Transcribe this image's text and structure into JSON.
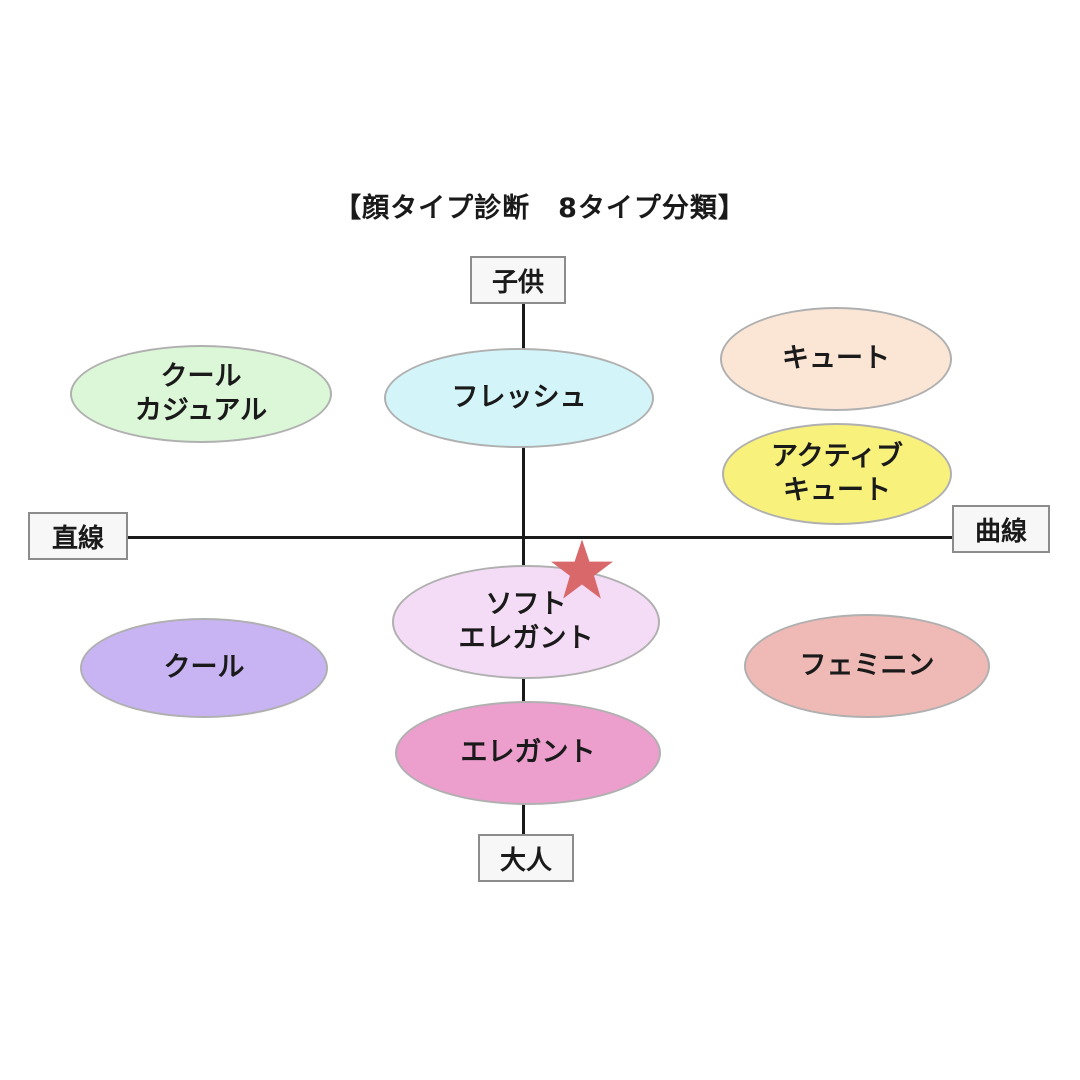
{
  "title": "【顔タイプ診断　8タイプ分類】",
  "axes": {
    "top": "子供",
    "bottom": "大人",
    "left": "直線",
    "right": "曲線"
  },
  "types": [
    {
      "id": "cool-casual",
      "lines": [
        "クール",
        "カジュアル"
      ],
      "color": "#dcf6d8"
    },
    {
      "id": "fresh",
      "lines": [
        "フレッシュ"
      ],
      "color": "#d3f5f9"
    },
    {
      "id": "cute",
      "lines": [
        "キュート"
      ],
      "color": "#fbe6d6"
    },
    {
      "id": "active-cute",
      "lines": [
        "アクティブ",
        "キュート"
      ],
      "color": "#f8f27c"
    },
    {
      "id": "soft-elegant",
      "lines": [
        "ソフト",
        "エレガント"
      ],
      "color": "#f5dcf6"
    },
    {
      "id": "cool",
      "lines": [
        "クール"
      ],
      "color": "#c8b4f2"
    },
    {
      "id": "feminine",
      "lines": [
        "フェミニン"
      ],
      "color": "#efbab5"
    },
    {
      "id": "elegant",
      "lines": [
        "エレガント"
      ],
      "color": "#ec9ecd"
    }
  ],
  "marker": {
    "icon": "star-icon",
    "color": "#d9686b"
  }
}
